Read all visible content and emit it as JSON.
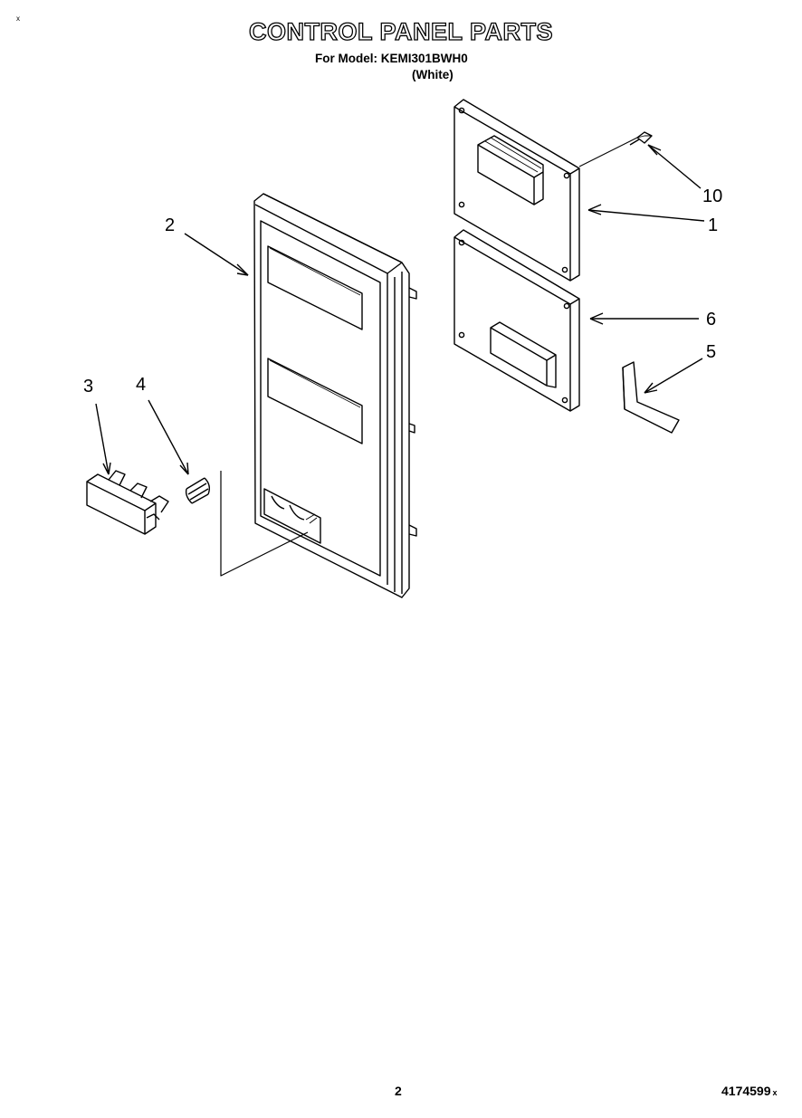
{
  "header": {
    "title": "CONTROL PANEL PARTS",
    "model_line": "For Model: KEMI301BWH0",
    "variant": "(White)"
  },
  "callouts": [
    "2",
    "3",
    "4",
    "10",
    "1",
    "6",
    "5"
  ],
  "footer": {
    "page_number": "2",
    "doc_number": "4174599",
    "corner_mark": "x",
    "trailing_mark": "x"
  }
}
